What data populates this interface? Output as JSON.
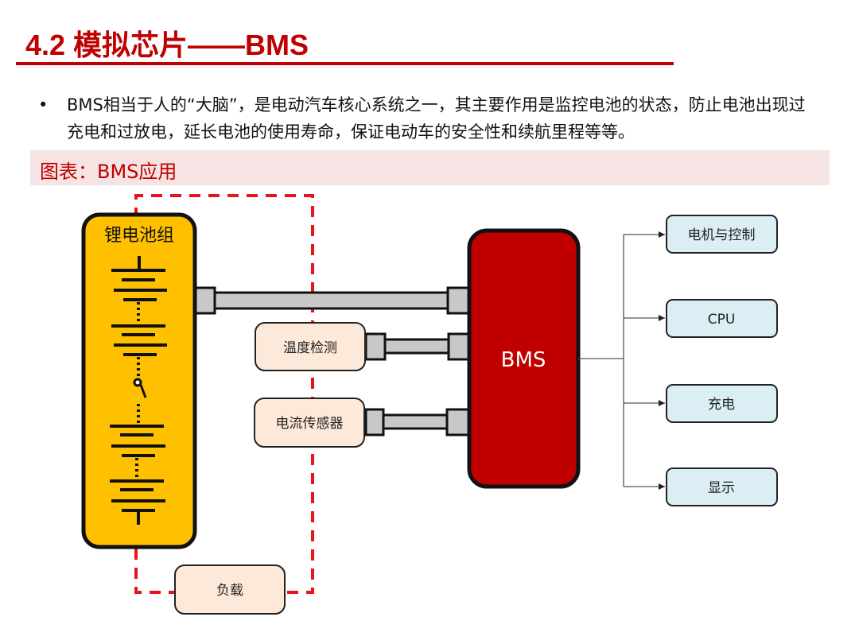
{
  "slide": {
    "title": "4.2 模拟芯片——BMS",
    "bullet_marker": "•",
    "bullet_text": "BMS相当于人的“大脑”，是电动汽车核心系统之一，其主要作用是监控电池的状态，防止电池出现过充电和过放电，延长电池的使用寿命，保证电动车的安全性和续航里程等等。",
    "caption": "图表：BMS应用"
  },
  "diagram": {
    "battery_pack": {
      "label": "锂电池组"
    },
    "bms": {
      "label": "BMS"
    },
    "sensors": [
      {
        "label": "温度检测"
      },
      {
        "label": "电流传感器"
      }
    ],
    "load": {
      "label": "负载"
    },
    "outputs": [
      {
        "label": "电机与控制"
      },
      {
        "label": "CPU"
      },
      {
        "label": "充电"
      },
      {
        "label": "显示"
      }
    ],
    "colors": {
      "accent_red": "#c00000",
      "battery_fill": "#ffc000",
      "bms_fill": "#c00000",
      "sensor_fill": "#fde9d9",
      "output_fill": "#daeef3",
      "connector_fill": "#c8c8c8",
      "dashed_loop": "#e8141b"
    }
  }
}
